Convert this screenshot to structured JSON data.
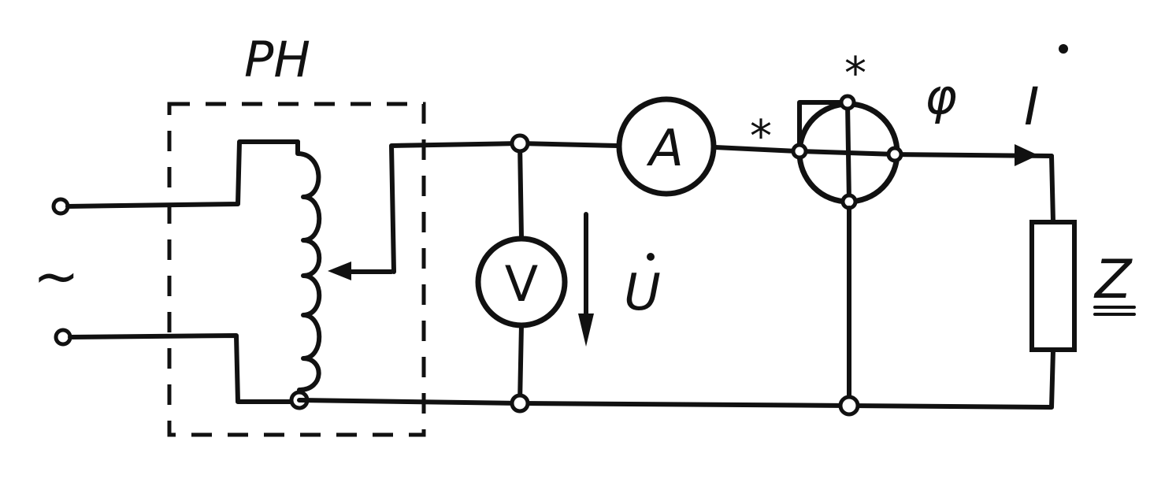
{
  "labels": {
    "regulator": "PH",
    "source": "~",
    "ammeter": "A",
    "voltmeter": "V",
    "voltage": "U",
    "current": "I",
    "phase": "φ",
    "impedance": "Z",
    "star_current": "*",
    "star_voltage": "*"
  }
}
